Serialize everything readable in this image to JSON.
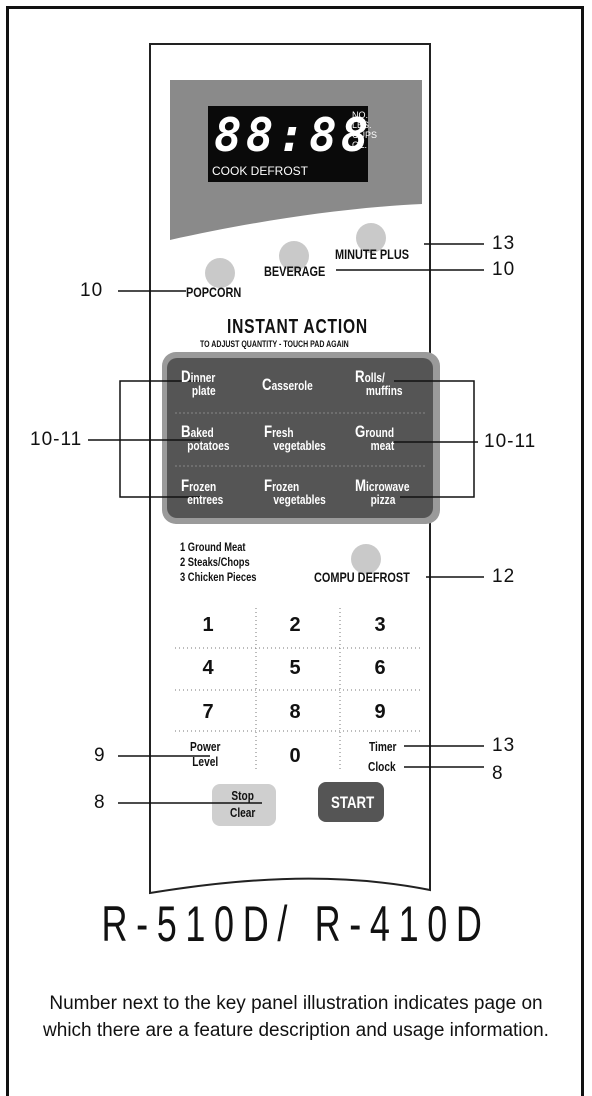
{
  "display": {
    "digits": "88:88",
    "indicators": [
      "NO.",
      "LBS.",
      "CUPS",
      "OZ."
    ],
    "mode_text": "COOK DEFROST"
  },
  "buttons": {
    "minute_plus": "MINUTE PLUS",
    "beverage": "BEVERAGE",
    "popcorn": "POPCORN",
    "compu_defrost": "COMPU DEFROST",
    "power_level_line1": "Power",
    "power_level_line2": "Level",
    "timer": "Timer",
    "clock": "Clock",
    "stop": "Stop",
    "clear": "Clear",
    "start": "START"
  },
  "instant_action": {
    "title": "INSTANT ACTION",
    "subtitle": "TO ADJUST QUANTITY - TOUCH PAD AGAIN",
    "pads": [
      {
        "initial": "D",
        "line1": "inner",
        "line2": "plate"
      },
      {
        "initial": "C",
        "line1": "asserole",
        "line2": ""
      },
      {
        "initial": "R",
        "line1": "olls/",
        "line2": "muffins"
      },
      {
        "initial": "B",
        "line1": "aked",
        "line2": "potatoes"
      },
      {
        "initial": "F",
        "line1": "resh",
        "line2": "vegetables"
      },
      {
        "initial": "G",
        "line1": "round",
        "line2": "meat"
      },
      {
        "initial": "F",
        "line1": "rozen",
        "line2": "entrees"
      },
      {
        "initial": "F",
        "line1": "rozen",
        "line2": "vegetables"
      },
      {
        "initial": "M",
        "line1": "icrowave",
        "line2": "pizza"
      }
    ]
  },
  "defrost_list": [
    "1 Ground Meat",
    "2 Steaks/Chops",
    "3 Chicken Pieces"
  ],
  "keypad": [
    "1",
    "2",
    "3",
    "4",
    "5",
    "6",
    "7",
    "8",
    "9",
    "0"
  ],
  "page_refs": {
    "minute_plus": "13",
    "beverage": "10",
    "popcorn": "10",
    "instant_left": "10-11",
    "instant_right": "10-11",
    "compu_defrost": "12",
    "power_level": "9",
    "timer": "13",
    "clock": "8",
    "stop_clear": "8"
  },
  "model": "R-510D/ R-410D",
  "caption": "Number next to the key panel illustration indicates page on which there are a feature description and usage information."
}
